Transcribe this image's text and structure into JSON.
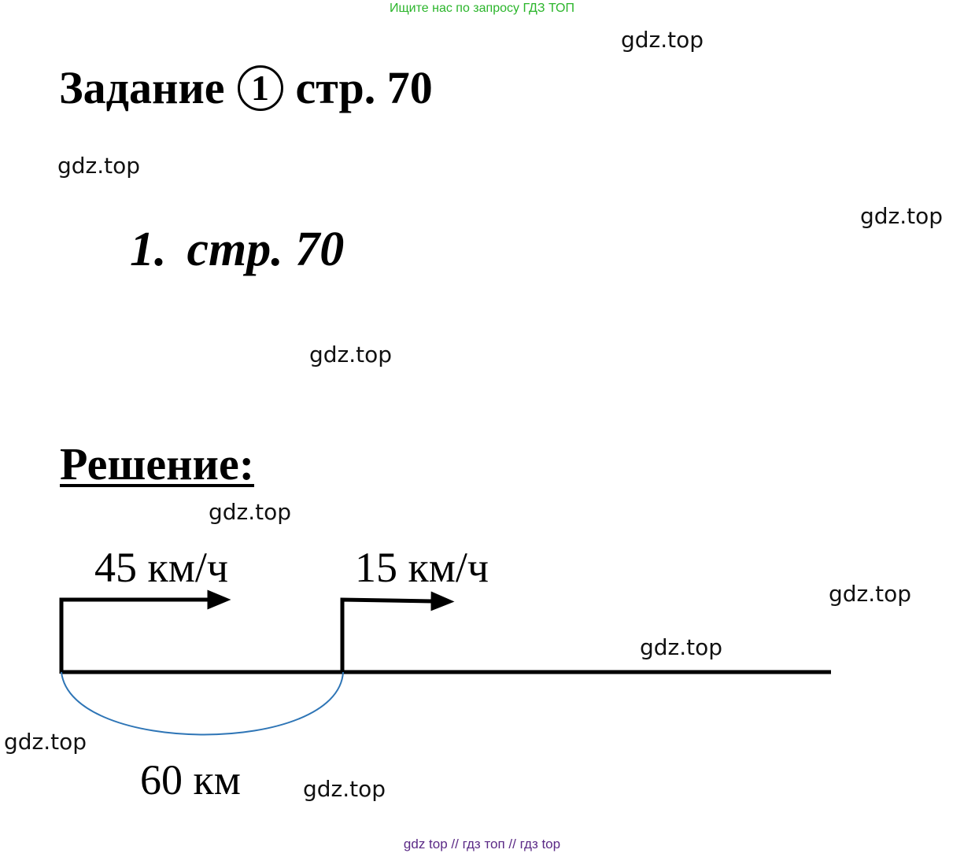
{
  "banner": "Ищите нас по запросу ГДЗ ТОП",
  "watermarks": [
    "gdz.top",
    "gdz.top",
    "gdz.top",
    "gdz.top",
    "gdz.top",
    "gdz.top",
    "gdz.top",
    "gdz.top",
    "gdz.top"
  ],
  "title": {
    "prefix": "Задание",
    "number": "1",
    "suffix": "стр. 70"
  },
  "subtitle": {
    "number": "1.",
    "text": "стр. 70"
  },
  "solution_heading": "Решение:",
  "diagram": {
    "speed_first": "45 км/ч",
    "speed_second": "15 км/ч",
    "distance": "60 км",
    "arc_color": "#2e75b6"
  },
  "footer": "gdz top  //  гдз топ  //  гдз top"
}
